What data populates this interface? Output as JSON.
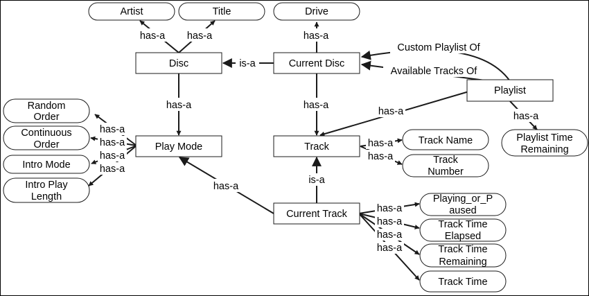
{
  "nodes": {
    "artist": [
      "Artist"
    ],
    "title": [
      "Title"
    ],
    "drive": [
      "Drive"
    ],
    "disc": [
      "Disc"
    ],
    "current_disc": [
      "Current Disc"
    ],
    "playlist": [
      "Playlist"
    ],
    "play_mode": [
      "Play Mode"
    ],
    "track": [
      "Track"
    ],
    "random_order": [
      "Random",
      "Order"
    ],
    "continuous_order": [
      "Continuous",
      "Order"
    ],
    "intro_mode": [
      "Intro Mode"
    ],
    "intro_play_length": [
      "Intro Play",
      "Length"
    ],
    "track_name": [
      "Track Name"
    ],
    "track_number": [
      "Track",
      "Number"
    ],
    "playlist_time_remaining": [
      "Playlist Time",
      "Remaining"
    ],
    "current_track": [
      "Current Track"
    ],
    "playing_or_paused": [
      "Playing_or_P",
      "aused"
    ],
    "track_time_elapsed": [
      "Track Time",
      "Elapsed"
    ],
    "track_time_remaining": [
      "Track Time",
      "Remaining"
    ],
    "track_time": [
      "Track Time"
    ]
  },
  "edges": [
    {
      "id": "disc-artist",
      "label": "has-a"
    },
    {
      "id": "disc-title",
      "label": "has-a"
    },
    {
      "id": "current-disc-drive",
      "label": "has-a"
    },
    {
      "id": "current-disc-disc",
      "label": "is-a"
    },
    {
      "id": "playlist-current-disc-custom",
      "label": "Custom Playlist Of"
    },
    {
      "id": "playlist-current-disc-available",
      "label": "Available Tracks Of"
    },
    {
      "id": "disc-play-mode",
      "label": "has-a"
    },
    {
      "id": "current-disc-track",
      "label": "has-a"
    },
    {
      "id": "playlist-track",
      "label": "has-a"
    },
    {
      "id": "playlist-time-remaining",
      "label": "has-a"
    },
    {
      "id": "play-mode-random",
      "label": "has-a"
    },
    {
      "id": "play-mode-continuous",
      "label": "has-a"
    },
    {
      "id": "play-mode-intro-mode",
      "label": "has-a"
    },
    {
      "id": "play-mode-intro-length",
      "label": "has-a"
    },
    {
      "id": "track-name",
      "label": "has-a"
    },
    {
      "id": "track-number",
      "label": "has-a"
    },
    {
      "id": "current-track-track",
      "label": "is-a"
    },
    {
      "id": "current-track-play-mode",
      "label": "has-a"
    },
    {
      "id": "current-track-playing",
      "label": "has-a"
    },
    {
      "id": "current-track-elapsed",
      "label": "has-a"
    },
    {
      "id": "current-track-remaining",
      "label": "has-a"
    },
    {
      "id": "current-track-time",
      "label": "has-a"
    }
  ]
}
